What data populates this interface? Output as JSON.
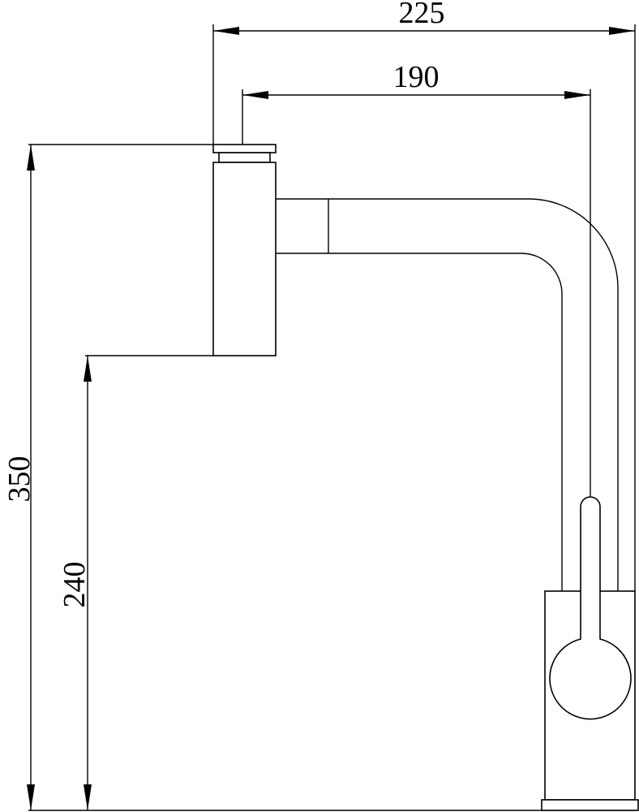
{
  "dimensions": {
    "overall_width": "225",
    "spout_reach": "190",
    "overall_height": "350",
    "spout_height": "240"
  },
  "colors": {
    "line": "#000000",
    "background": "#ffffff"
  }
}
